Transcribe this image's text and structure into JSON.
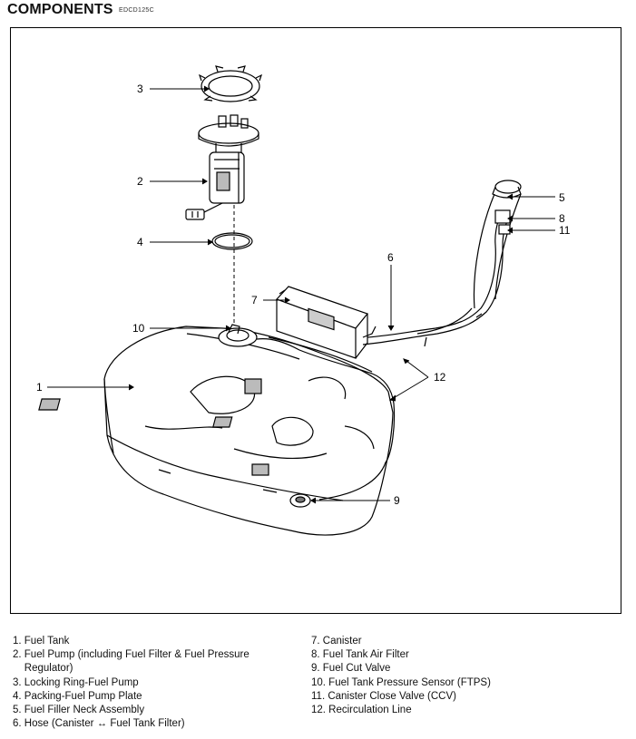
{
  "header": {
    "title": "COMPONENTS",
    "code": "EDCD125C"
  },
  "callouts": [
    "1",
    "2",
    "3",
    "4",
    "5",
    "6",
    "7",
    "8",
    "9",
    "10",
    "11",
    "12"
  ],
  "legend": {
    "left": [
      "1. Fuel Tank",
      "2. Fuel Pump (including Fuel Filter & Fuel Pressure\n    Regulator)",
      "3. Locking Ring-Fuel Pump",
      "4. Packing-Fuel Pump Plate",
      "5. Fuel Filler Neck Assembly",
      "6. Hose (Canister ↔ Fuel Tank Filter)"
    ],
    "right": [
      "7. Canister",
      "8. Fuel Tank Air Filter",
      "9. Fuel Cut Valve",
      "10. Fuel Tank Pressure Sensor (FTPS)",
      "11. Canister Close Valve (CCV)",
      "12. Recirculation Line"
    ]
  }
}
